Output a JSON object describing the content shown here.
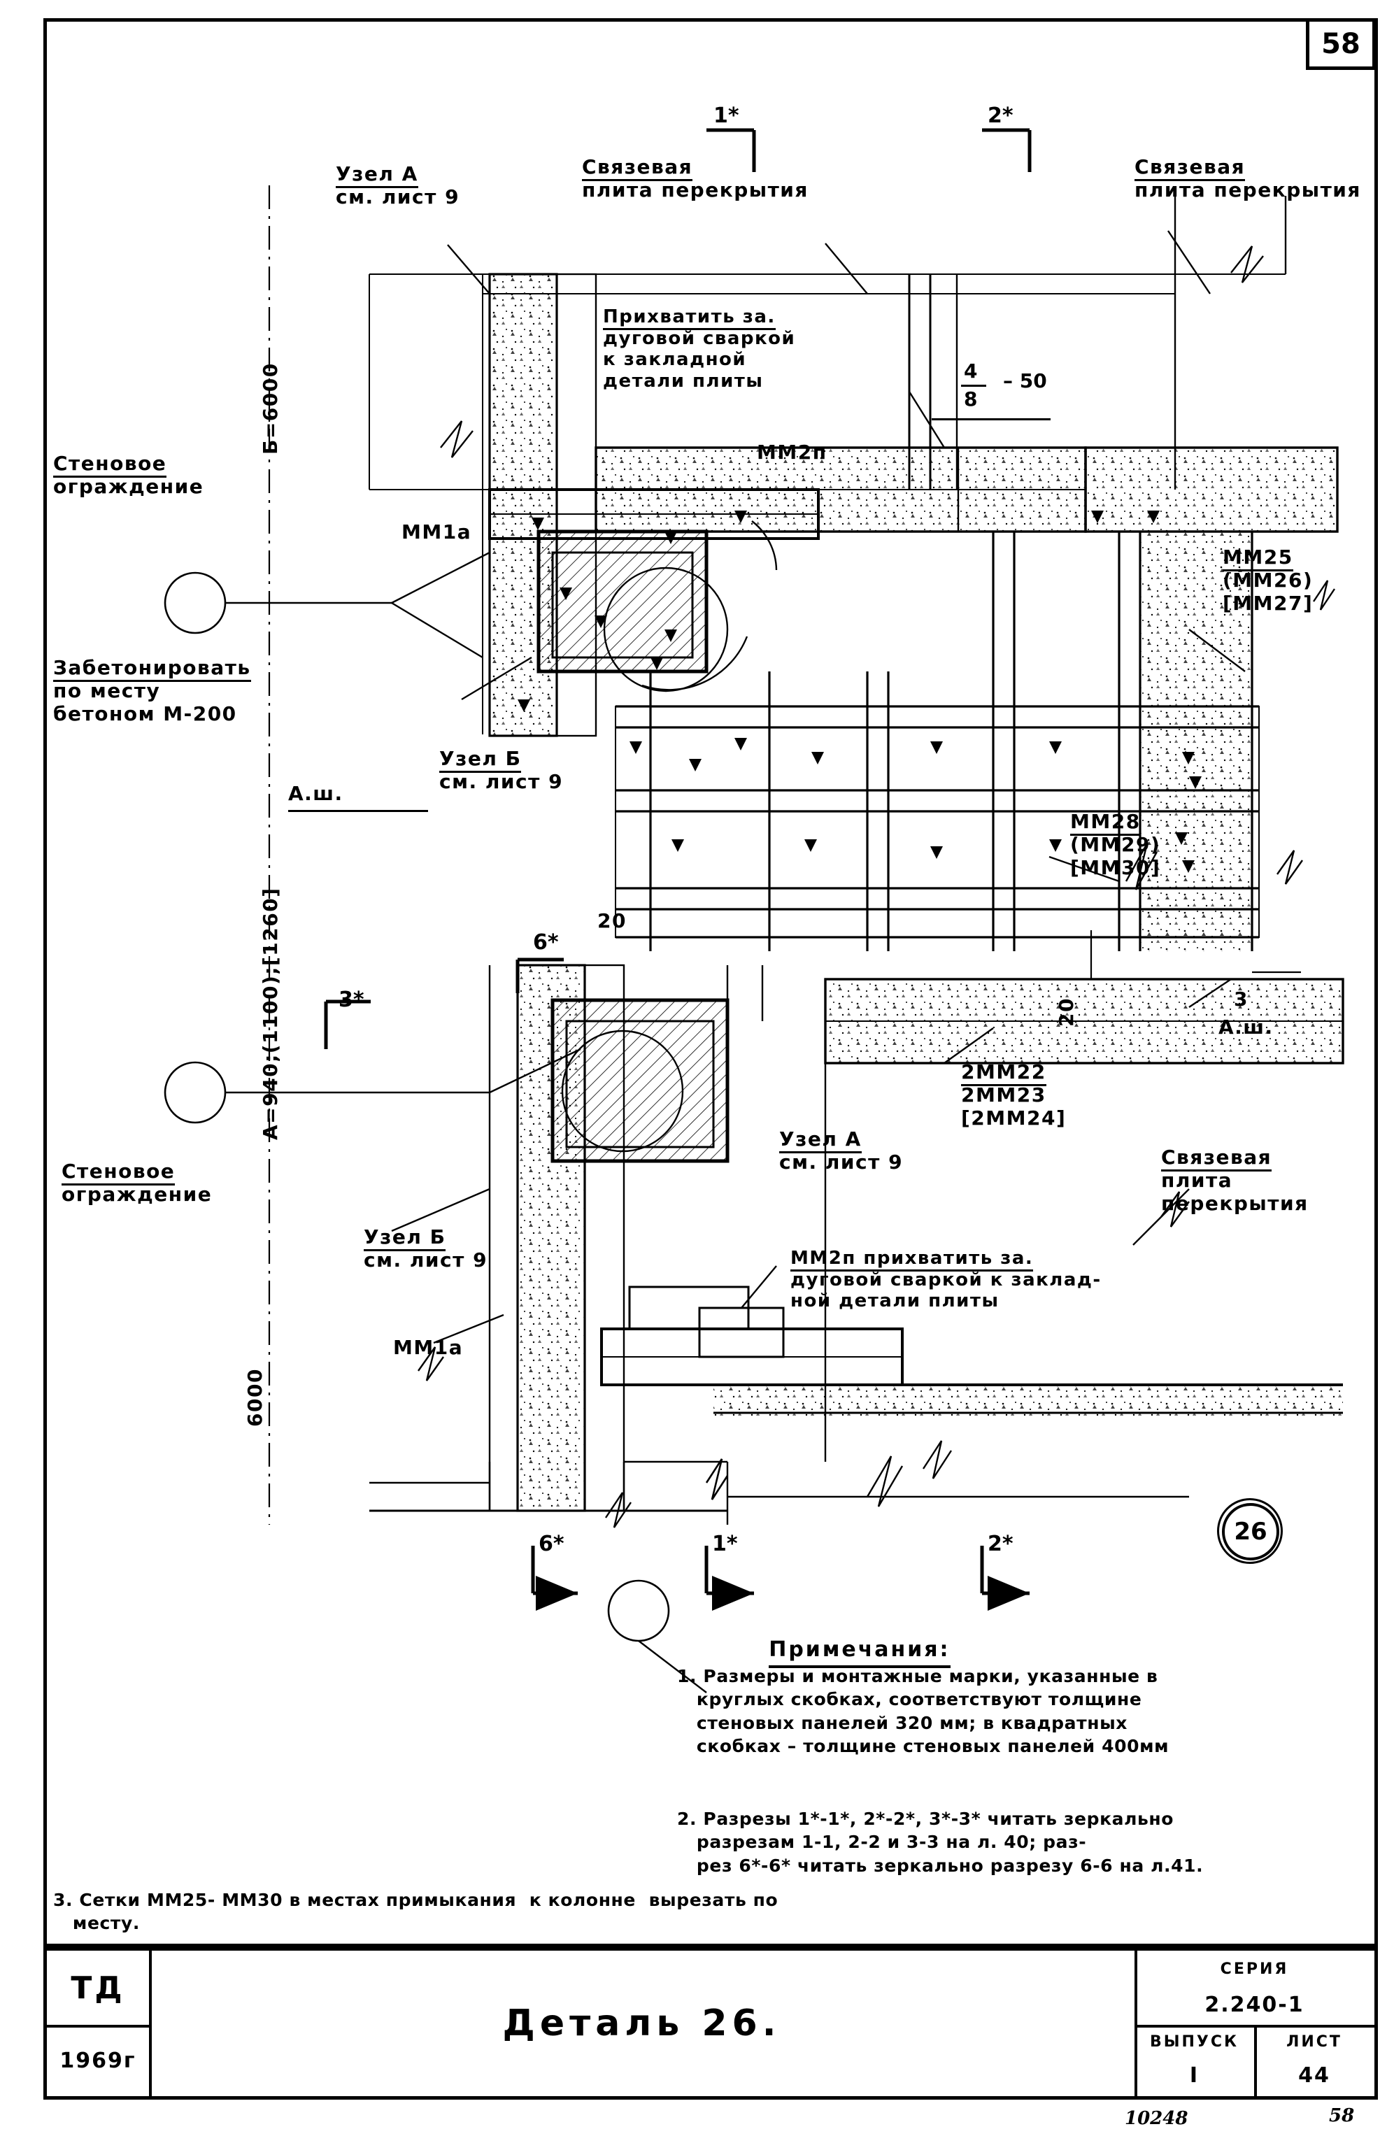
{
  "sheet": {
    "page_number_box": "58",
    "detail_circle": "26"
  },
  "labels": {
    "uzel_a_top": "Узел А",
    "uzel_a_top_sub": "см. лист 9",
    "svyazevaya_1": "Связевая",
    "plita_perekrytiya_1": "плита перекрытия",
    "svyazevaya_2": "Связевая",
    "plita_perekrytiya_2": "плита перекрытия",
    "section_1star_top": "1*",
    "section_2star_top": "2*",
    "prihvatit_l1": "Прихватить за.",
    "prihvatit_l2": "дуговой сваркой",
    "prihvatit_l3": "к закладной",
    "prihvatit_l4": "детали плиты",
    "mm2p_top": "ММ2п",
    "weld_num": "4",
    "weld_den": "8",
    "weld_len": "– 50",
    "stenovoe_1": "Стеновое",
    "ograzhdenie_1": "ограждение",
    "mm1a_top": "ММ1а",
    "zabetonirovat": "Забетонировать",
    "po_mestu": "по месту",
    "betonom": "бетоном М-200",
    "dim_b": "Б=6000",
    "dim_a": "А=940;(1100);[1260]",
    "dim_6000_low": "6000",
    "a_sh_left": "А.ш.",
    "a_sh_right": "А.ш.",
    "mark_20a": "20",
    "mark_20b": "20",
    "mark_3": "3",
    "mm25": "ММ25",
    "mm26": "(ММ26)",
    "mm27": "[ММ27]",
    "mm28": "ММ28",
    "mm29": "(ММ29)",
    "mm30": "[ММ30]",
    "mm22": "2ММ22",
    "mm23": "2ММ23",
    "mm24": "[2ММ24]",
    "uzel_b_top": "Узел Б",
    "uzel_b_top_sub": "см. лист 9",
    "uzel_b_low": "Узел Б",
    "uzel_b_low_sub": "см. лист 9",
    "uzel_a_low": "Узел А",
    "uzel_a_low_sub": "см. лист 9",
    "section_3star": "3*",
    "section_6star_top": "6*",
    "stenovoe_2": "Стеновое",
    "ograzhdenie_2": "ограждение",
    "mm1a_low": "ММ1а",
    "mm2p_prihvatit_l1": "ММ2п прихватить за.",
    "mm2p_prihvatit_l2": "дуговой сваркой к заклад-",
    "mm2p_prihvatit_l3": "ной детали плиты",
    "svyazevaya_3": "Связевая",
    "plita_3a": "плита",
    "plita_3b": "перекрытия",
    "section_6star_bot": "6*",
    "section_1star_bot": "1*",
    "section_2star_bot": "2*"
  },
  "notes": {
    "title": "Примечания:",
    "items": [
      "1. Размеры и монтажные марки, указанные в\n   круглых скобках, соответствуют толщине\n   стеновых панелей 320 мм; в квадратных\n   скобках – толщине стеновых панелей 400мм",
      "2. Разрезы 1*-1*, 2*-2*, 3*-3* читать зеркально\n   разрезам 1-1, 2-2 и 3-3 на л. 40; раз-\n   рез 6*-6* читать зеркально разрезу 6-6 на л.41.",
      "3. Сетки ММ25- ММ30 в местах примыкания  к колонне  вырезать по\n   месту."
    ]
  },
  "title_block": {
    "org": "ТД",
    "year": "1969г",
    "title": "Деталь 26.",
    "series_label": "СЕРИЯ",
    "series_value": "2.240-1",
    "issue_label": "ВЫПУСК",
    "issue_value": "I",
    "sheet_label": "ЛИСТ",
    "sheet_value": "44",
    "doc_number": "10248",
    "page_bottom": "58"
  }
}
